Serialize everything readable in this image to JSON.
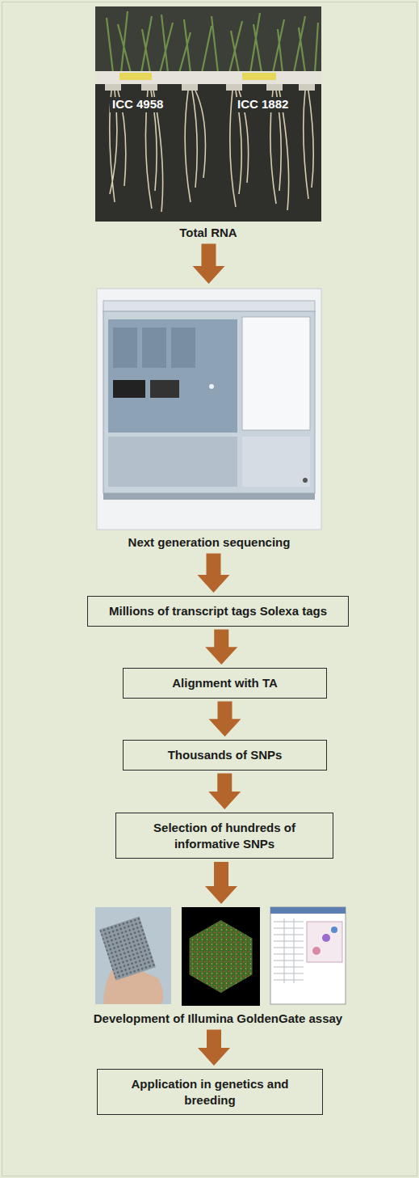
{
  "diagram": {
    "nodes": [
      {
        "text": [
          "ICC 4958",
          "ICC 1882",
          "Total RNA"
        ]
      },
      {
        "text": [
          "Next generation sequencing"
        ]
      },
      {
        "text": [
          "Millions of transcript tags Solexa tags"
        ]
      },
      {
        "text": [
          "Alignment with TA"
        ]
      },
      {
        "text": [
          "Thousands of SNPs"
        ]
      },
      {
        "text": [
          "Selection of hundreds of informative SNPs"
        ]
      },
      {
        "text": [
          "Development of Illumina GoldenGate assay"
        ]
      },
      {
        "text": [
          "Application in genetics and breeding"
        ]
      }
    ],
    "edges": [
      {
        "from": 0,
        "to": 1,
        "arrow": "to"
      },
      {
        "from": 1,
        "to": 2,
        "arrow": "to"
      },
      {
        "from": 2,
        "to": 3,
        "arrow": "to"
      },
      {
        "from": 3,
        "to": 4,
        "arrow": "to"
      },
      {
        "from": 4,
        "to": 5,
        "arrow": "to"
      },
      {
        "from": 5,
        "to": 6,
        "arrow": "to"
      },
      {
        "from": 6,
        "to": 7,
        "arrow": "to"
      }
    ]
  }
}
